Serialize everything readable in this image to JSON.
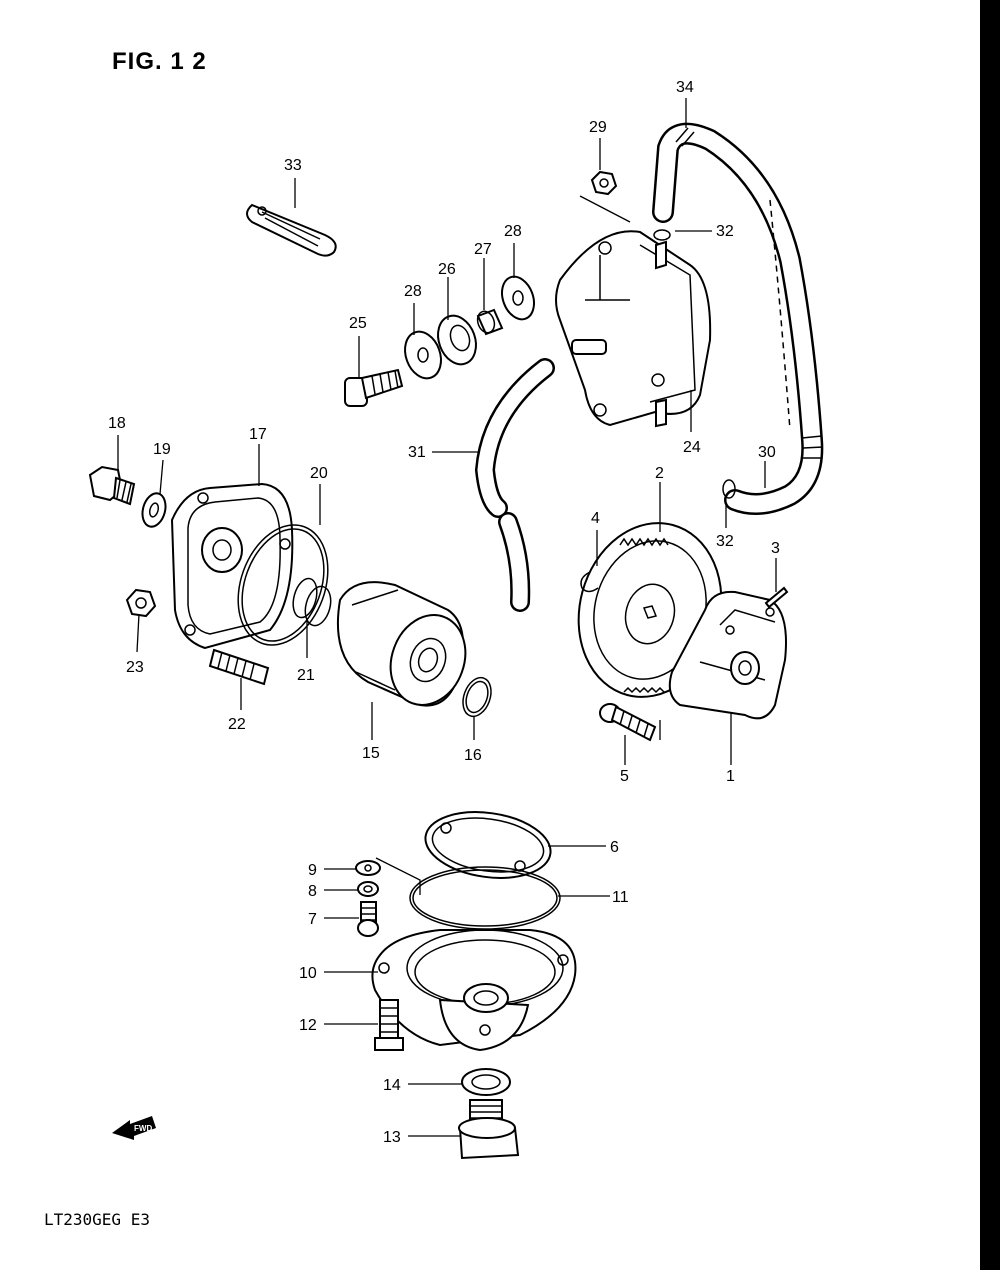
{
  "figure": {
    "title": "FIG. 1 2",
    "model_code": "LT230GEG  E3",
    "fwd_label": "FWD"
  },
  "colors": {
    "ink": "#000000",
    "paper": "#ffffff"
  },
  "callouts": {
    "c1": "1",
    "c2": "2",
    "c3": "3",
    "c4": "4",
    "c5": "5",
    "c6": "6",
    "c7": "7",
    "c8": "8",
    "c9": "9",
    "c10": "10",
    "c11": "11",
    "c12": "12",
    "c13": "13",
    "c14": "14",
    "c15": "15",
    "c16": "16",
    "c17": "17",
    "c18": "18",
    "c19": "19",
    "c20": "20",
    "c21": "21",
    "c22": "22",
    "c23": "23",
    "c24": "24",
    "c25": "25",
    "c26": "26",
    "c27": "27",
    "c28a": "28",
    "c28b": "28",
    "c29": "29",
    "c30": "30",
    "c31": "31",
    "c32a": "32",
    "c32b": "32",
    "c33": "33",
    "c34": "34"
  }
}
